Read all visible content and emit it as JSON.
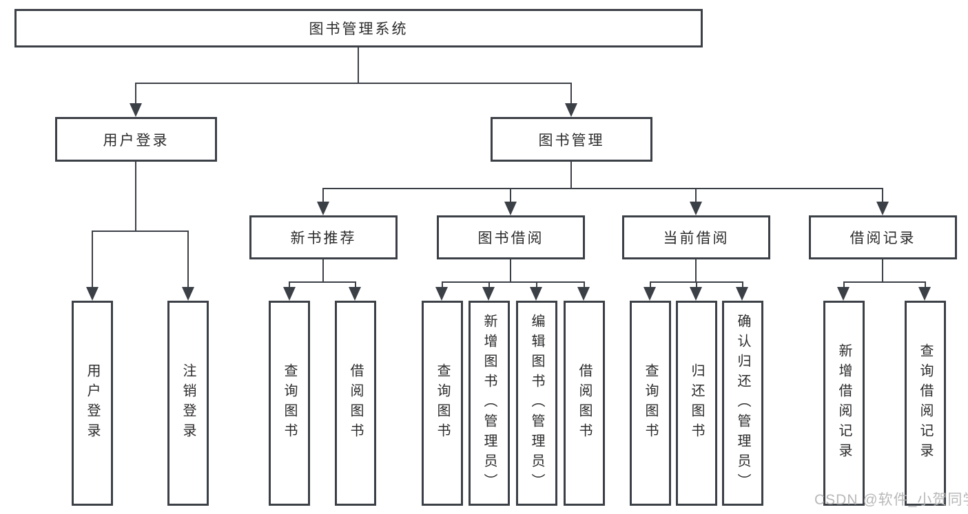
{
  "tree": {
    "root": "图书管理系统",
    "login": {
      "label": "用户登录",
      "children": [
        "用户登录",
        "注销登录"
      ]
    },
    "management": {
      "label": "图书管理",
      "groups": [
        {
          "label": "新书推荐",
          "children": [
            "查询图书",
            "借阅图书"
          ]
        },
        {
          "label": "图书借阅",
          "children": [
            "查询图书",
            "新增图书（管理员）",
            "编辑图书（管理员）",
            "借阅图书"
          ]
        },
        {
          "label": "当前借阅",
          "children": [
            "查询图书",
            "归还图书",
            "确认归还（管理员）"
          ]
        },
        {
          "label": "借阅记录",
          "children": [
            "新增借阅记录",
            "查询借阅记录"
          ]
        }
      ]
    }
  },
  "watermark": {
    "text": "CSDN @软件_小贺同学"
  },
  "colors": {
    "line": "#3b3f46",
    "text": "#2b2b2b",
    "background": "#ffffff",
    "watermark": "#b2b2b2"
  }
}
